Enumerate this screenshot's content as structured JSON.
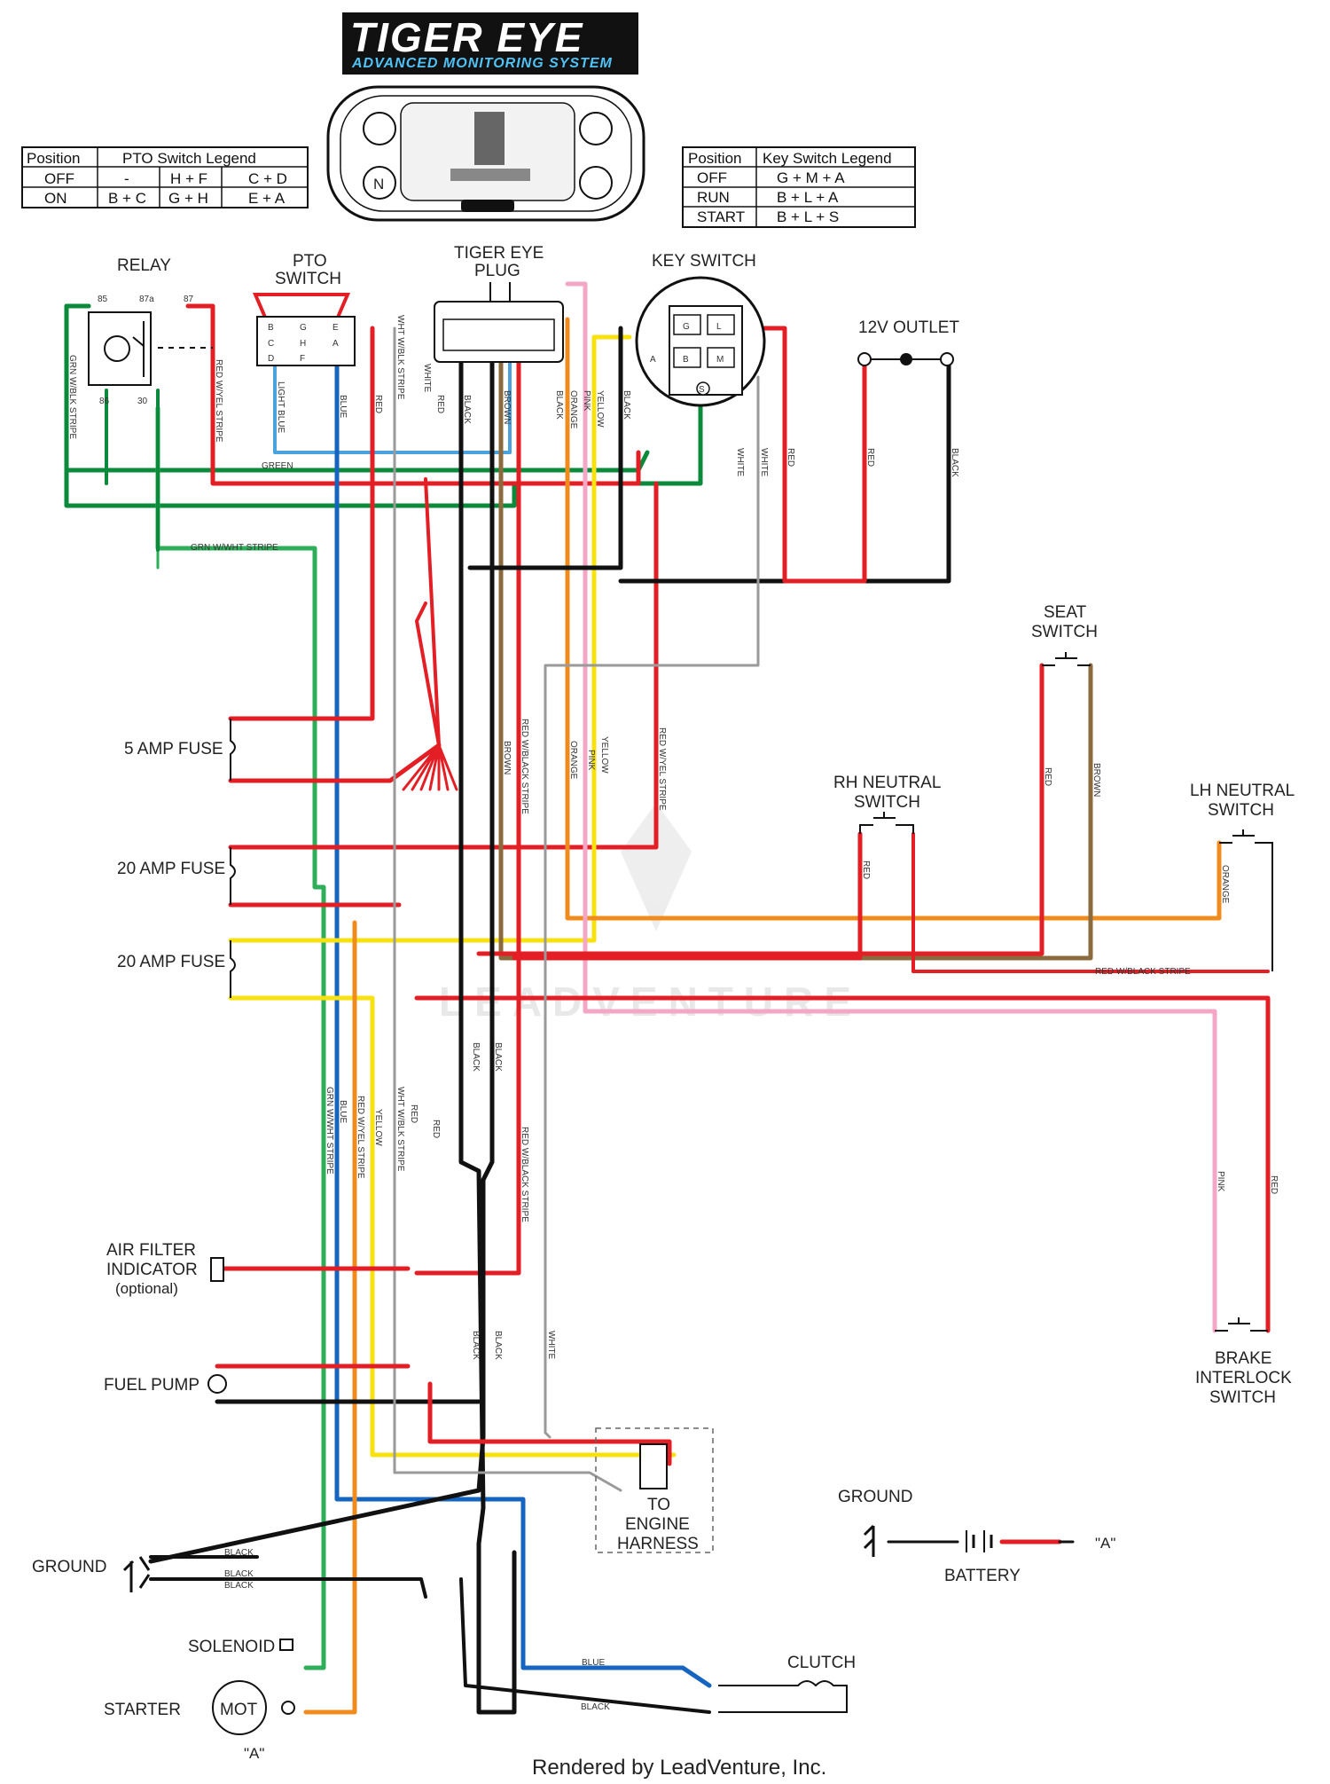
{
  "logo": {
    "line1": "TIGER EYE",
    "line2": "ADVANCED MONITORING SYSTEM"
  },
  "pto_legend": {
    "headers": [
      "Position",
      "PTO Switch Legend"
    ],
    "rows": [
      [
        "OFF",
        "-",
        "H + F",
        "C + D"
      ],
      [
        "ON",
        "B + C",
        "G + H",
        "E + A"
      ]
    ]
  },
  "key_legend": {
    "headers": [
      "Position",
      "Key Switch Legend"
    ],
    "rows": [
      [
        "OFF",
        "G + M + A"
      ],
      [
        "RUN",
        "B + L + A"
      ],
      [
        "START",
        "B + L + S"
      ]
    ]
  },
  "components": {
    "relay": "RELAY",
    "relay_pins": [
      "85",
      "87a",
      "87",
      "86",
      "30"
    ],
    "pto_switch": [
      "PTO",
      "SWITCH"
    ],
    "pto_letters": [
      "B",
      "G",
      "E",
      "C",
      "H",
      "A",
      "D",
      "F"
    ],
    "tiger_eye_plug": [
      "TIGER EYE",
      "PLUG"
    ],
    "key_switch": "KEY SWITCH",
    "key_letters": [
      "G",
      "L",
      "A",
      "B",
      "M",
      "S"
    ],
    "outlet": "12V OUTLET",
    "seat_switch": [
      "SEAT",
      "SWITCH"
    ],
    "rh_neutral": [
      "RH NEUTRAL",
      "SWITCH"
    ],
    "lh_neutral": [
      "LH NEUTRAL",
      "SWITCH"
    ],
    "fuse_5": "5 AMP FUSE",
    "fuse_20a": "20 AMP FUSE",
    "fuse_20b": "20 AMP FUSE",
    "air_filter": [
      "AIR FILTER",
      "INDICATOR",
      "(optional)"
    ],
    "fuel_pump": "FUEL PUMP",
    "engine_harness": [
      "TO",
      "ENGINE",
      "HARNESS"
    ],
    "ground_left": "GROUND",
    "ground_right": "GROUND",
    "battery": "BATTERY",
    "solenoid": "SOLENOID",
    "starter": "STARTER",
    "motor": "MOT",
    "clutch": "CLUTCH",
    "brake_interlock": [
      "BRAKE",
      "INTERLOCK",
      "SWITCH"
    ],
    "ref_a": "\"A\"",
    "ref_a2": "\"A\""
  },
  "wire_labels": {
    "grn_blk": "GRN W/BLK STRIPE",
    "grn_wht": "GRN W/WHT STRIPE",
    "green": "GREEN",
    "red_yel": "RED W/YEL STRIPE",
    "light_blue": "LIGHT BLUE",
    "blue": "BLUE",
    "red": "RED",
    "white": "WHITE",
    "wht_blk": "WHT W/BLK STRIPE",
    "black": "BLACK",
    "brown": "BROWN",
    "orange": "ORANGE",
    "pink": "PINK",
    "yellow": "YELLOW",
    "red_blk": "RED W/BLACK STRIPE"
  },
  "credit": "Rendered by LeadVenture, Inc.",
  "watermark": "LEADVENTURE",
  "colors": {
    "red": "#e31e24",
    "green": "#0a8a3a",
    "blue": "#1565c0",
    "light_blue": "#4aa3df",
    "orange": "#f08c1e",
    "pink": "#f4a6c6",
    "yellow": "#f7e10f",
    "brown": "#8b6b3d",
    "black": "#111111",
    "white_wire": "#9a9a9a",
    "green_white": "#2fae5a"
  }
}
